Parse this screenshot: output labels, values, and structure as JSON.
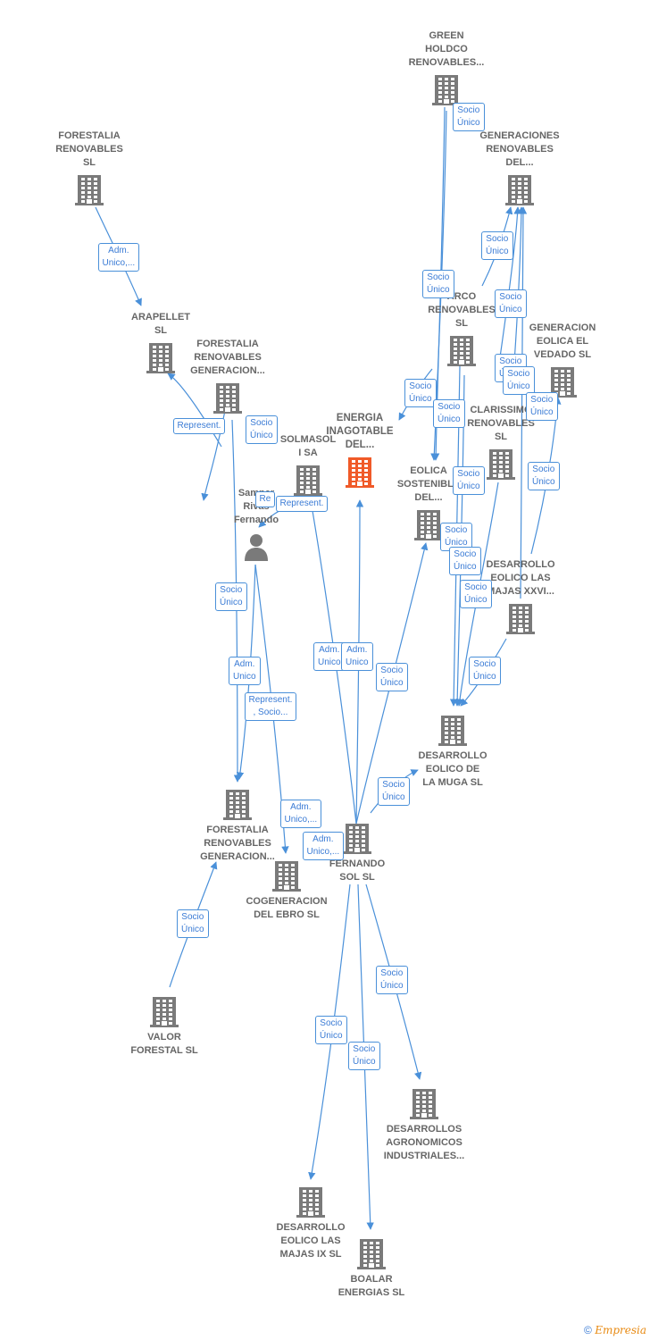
{
  "colors": {
    "edge": "#4a90d9",
    "building": "#7a7a7a",
    "highlight": "#f05a28",
    "person": "#7a7a7a"
  },
  "nodes": [
    {
      "id": "green",
      "label": "GREEN\nHOLDCO\nRENOVABLES...",
      "icon": "building"
    },
    {
      "id": "fr",
      "label": "FORESTALIA\nRENOVABLES\nSL",
      "icon": "building"
    },
    {
      "id": "genren",
      "label": "GENERACIONES\nRENOVABLES\nDEL...",
      "icon": "building"
    },
    {
      "id": "arapellet",
      "label": "ARAPELLET\nSL",
      "icon": "building"
    },
    {
      "id": "frg1",
      "label": "FORESTALIA\nRENOVABLES\nGENERACION...",
      "icon": "building"
    },
    {
      "id": "parco",
      "label": "ARCO\nRENOVABLES\nSL",
      "icon": "building"
    },
    {
      "id": "vedado",
      "label": "GENERACION\nEOLICA EL\nVEDADO SL",
      "icon": "building"
    },
    {
      "id": "energia",
      "label": "ENERGIA\nINAGOTABLE\nDEL...",
      "icon": "building-highlight"
    },
    {
      "id": "solmasol",
      "label": "SOLMASOL\nI SA",
      "icon": "building"
    },
    {
      "id": "samper",
      "label": "Samper\nRivas\nFernando",
      "icon": "person"
    },
    {
      "id": "clarissimo",
      "label": "CLARISSIMO\nRENOVABLES\nSL",
      "icon": "building"
    },
    {
      "id": "eolica",
      "label": "EOLICA\nSOSTENIBLE\nDEL...",
      "icon": "building"
    },
    {
      "id": "xxvi",
      "label": "DESARROLLO\nEOLICO LAS\nMAJAS XXVI...",
      "icon": "building"
    },
    {
      "id": "muga",
      "label": "DESARROLLO\nEOLICO DE\nLA MUGA SL",
      "icon": "building"
    },
    {
      "id": "frg2",
      "label": "FORESTALIA\nRENOVABLES\nGENERACION...",
      "icon": "building"
    },
    {
      "id": "fernando",
      "label": "FERNANDO\nSOL SL",
      "icon": "building"
    },
    {
      "id": "cogen",
      "label": "COGENERACION\nDEL EBRO  SL",
      "icon": "building"
    },
    {
      "id": "valor",
      "label": "VALOR\nFORESTAL SL",
      "icon": "building"
    },
    {
      "id": "agro",
      "label": "DESARROLLOS\nAGRONOMICOS\nINDUSTRIALES...",
      "icon": "building"
    },
    {
      "id": "ix",
      "label": "DESARROLLO\nEOLICO LAS\nMAJAS IX  SL",
      "icon": "building"
    },
    {
      "id": "boalar",
      "label": "BOALAR\nENERGIAS  SL",
      "icon": "building"
    }
  ],
  "badges": [
    {
      "id": "b1",
      "text": "Socio\nÚnico"
    },
    {
      "id": "b2",
      "text": "Adm.\nUnico,..."
    },
    {
      "id": "b3",
      "text": "Socio\nÚnico"
    },
    {
      "id": "b4",
      "text": "Socio\nÚnico"
    },
    {
      "id": "b5",
      "text": "Socio\nÚnico"
    },
    {
      "id": "b6",
      "text": "Socio\nÚnico"
    },
    {
      "id": "b7",
      "text": "Socio\nÚnico"
    },
    {
      "id": "b8",
      "text": "Socio\nÚnico"
    },
    {
      "id": "b9",
      "text": "Represent."
    },
    {
      "id": "b10",
      "text": "Socio\nÚnico"
    },
    {
      "id": "b11",
      "text": "Socio\nÚnico"
    },
    {
      "id": "b12",
      "text": "Socio\nÚnico"
    },
    {
      "id": "b13",
      "text": "Socio\nÚnico"
    },
    {
      "id": "b14",
      "text": "Re"
    },
    {
      "id": "b15",
      "text": "Represent."
    },
    {
      "id": "b16",
      "text": "Socio\nÚnico"
    },
    {
      "id": "b17",
      "text": "Socio\nÚnico"
    },
    {
      "id": "b18",
      "text": "Socio\nÚnico"
    },
    {
      "id": "b19",
      "text": "Socio\nÚnico"
    },
    {
      "id": "b20",
      "text": "Socio\nÚnico"
    },
    {
      "id": "b21",
      "text": "Socio\nÚnico"
    },
    {
      "id": "b22",
      "text": "Adm.\nUnico"
    },
    {
      "id": "b23",
      "text": "Adm.\nUnico"
    },
    {
      "id": "b24",
      "text": "Socio\nÚnico"
    },
    {
      "id": "b25",
      "text": "Socio\nÚnico"
    },
    {
      "id": "b26",
      "text": "Adm.\nUnico"
    },
    {
      "id": "b27",
      "text": "Represent.\n, Socio..."
    },
    {
      "id": "b28",
      "text": "Socio\nÚnico"
    },
    {
      "id": "b29",
      "text": "Adm.\nUnico,..."
    },
    {
      "id": "b30",
      "text": "Adm.\nUnico,..."
    },
    {
      "id": "b31",
      "text": "Socio\nÚnico"
    },
    {
      "id": "b32",
      "text": "Socio\nÚnico"
    },
    {
      "id": "b33",
      "text": "Socio\nÚnico"
    },
    {
      "id": "b34",
      "text": "Socio\nÚnico"
    }
  ],
  "footer": {
    "copyright": "©",
    "brand": "Empresia"
  }
}
